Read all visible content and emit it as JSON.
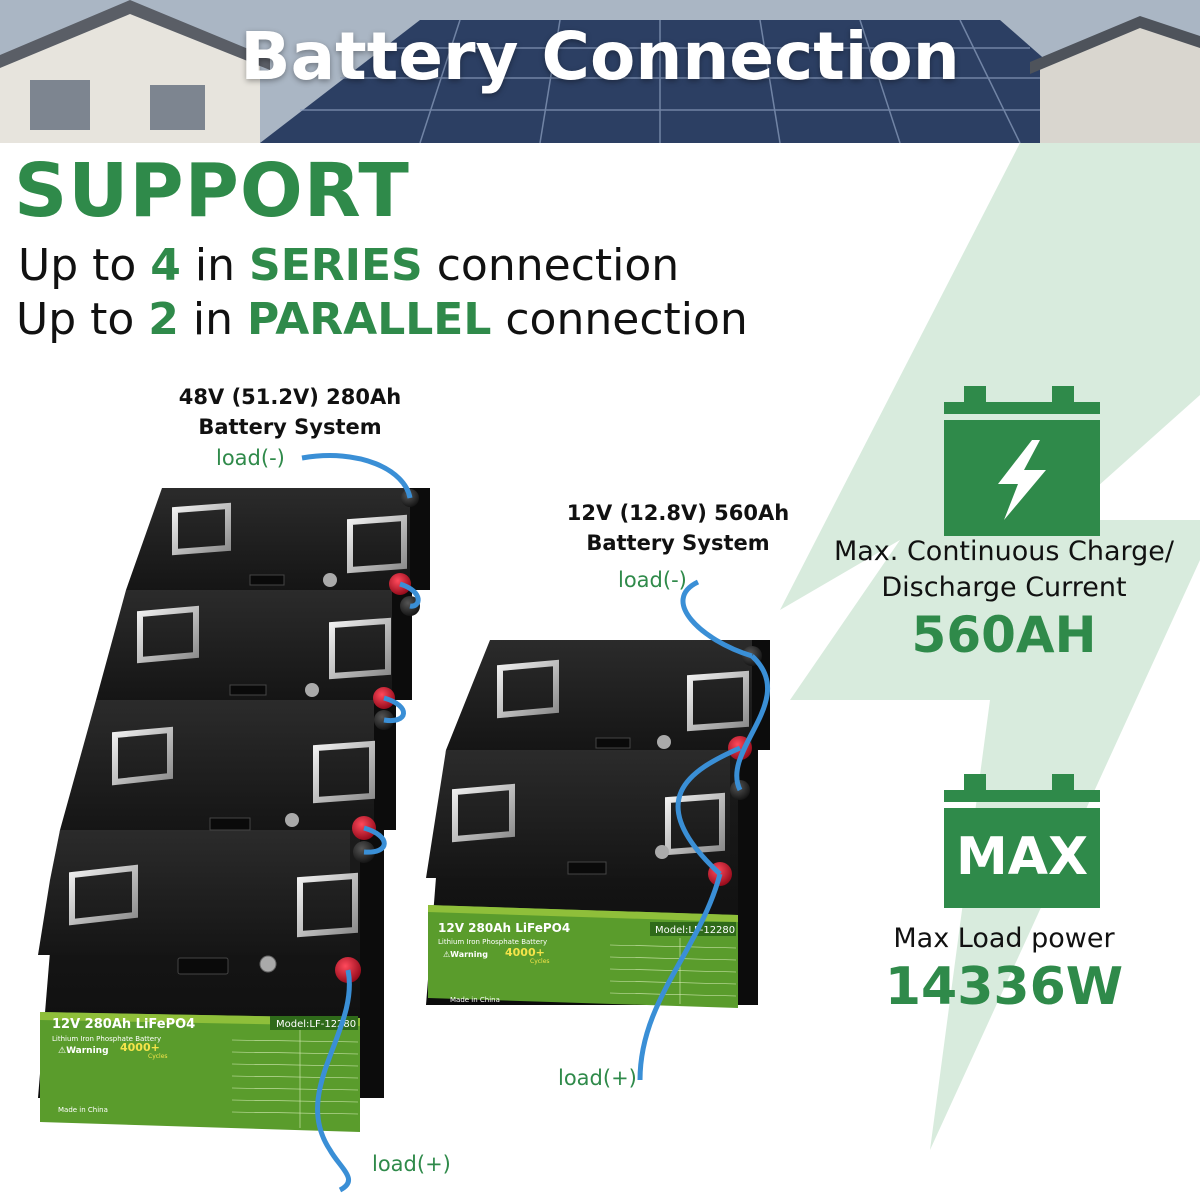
{
  "header": {
    "title": "Battery Connection"
  },
  "support": {
    "heading": "SUPPORT",
    "series_line": {
      "prefix": "Up to ",
      "count": "4",
      "middle": " in ",
      "mode": "SERIES",
      "suffix": " connection"
    },
    "parallel_line": {
      "prefix": "Up to ",
      "count": "2",
      "middle": " in ",
      "mode": "PARALLEL",
      "suffix": " connection"
    }
  },
  "system_series": {
    "title_line1": "48V (51.2V) 280Ah",
    "title_line2": "Battery System",
    "load_neg": "load(-)",
    "load_pos": "load(+)"
  },
  "system_parallel": {
    "title_line1": "12V (12.8V) 560Ah",
    "title_line2": "Battery System",
    "load_neg": "load(-)",
    "load_pos": "load(+)"
  },
  "battery_label": {
    "model_left": "12V 280Ah LiFePO4",
    "chem": "Lithium Iron Phosphate Battery",
    "cycles": "4000+",
    "cycles_unit": "Cycles",
    "warning": "⚠Warning",
    "model_tag": "Model:LF-12280",
    "made_in": "Made in China"
  },
  "specs": {
    "charge_label_line1": "Max. Continuous Charge/",
    "charge_label_line2": "Discharge Current",
    "charge_value": "560AH",
    "max_badge": "MAX",
    "load_label": "Max Load power",
    "load_value": "14336W"
  },
  "colors": {
    "accent_green": "#2f8a4a",
    "label_green": "#3a9a3a",
    "cable_blue": "#3a8fd6",
    "bolt_green": "#d8ebdd",
    "terminal_red": "#c8102e"
  },
  "icons": [
    "solar-roof-image",
    "lightning-bolt-icon",
    "battery-charge-icon",
    "battery-max-icon"
  ]
}
